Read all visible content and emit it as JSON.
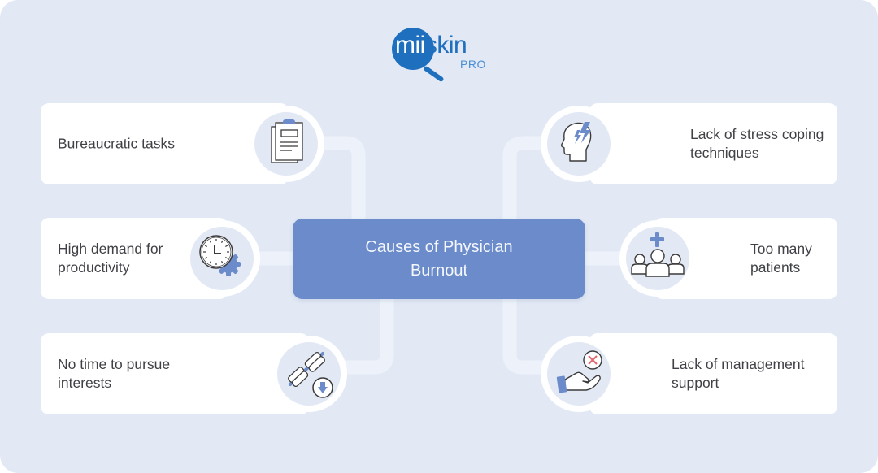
{
  "brand": {
    "logo_text_prefix": "mii",
    "logo_text_suffix": "skin",
    "logo_tag": "PRO",
    "colors": {
      "logo_blue": "#1f6fbf",
      "accent": "#6b8bcb",
      "icon_blue": "#6b8bcb",
      "background": "#e2e9f5",
      "connector": "#edf2fa",
      "card": "#ffffff",
      "text": "#3f4146",
      "error_red": "#e4656b"
    }
  },
  "center": {
    "title": "Causes of Physician Burnout"
  },
  "causes_left": [
    {
      "label": "Bureaucratic tasks",
      "icon": "clipboard-icon"
    },
    {
      "label": "High demand for productivity",
      "icon": "clock-gear-icon"
    },
    {
      "label": "No time to pursue interests",
      "icon": "dumbbell-down-icon"
    }
  ],
  "causes_right": [
    {
      "label": "Lack of stress coping techniques",
      "icon": "head-lightning-icon"
    },
    {
      "label": "Too many patients",
      "icon": "patients-plus-icon"
    },
    {
      "label": "Lack of management support",
      "icon": "hand-cross-icon"
    }
  ]
}
